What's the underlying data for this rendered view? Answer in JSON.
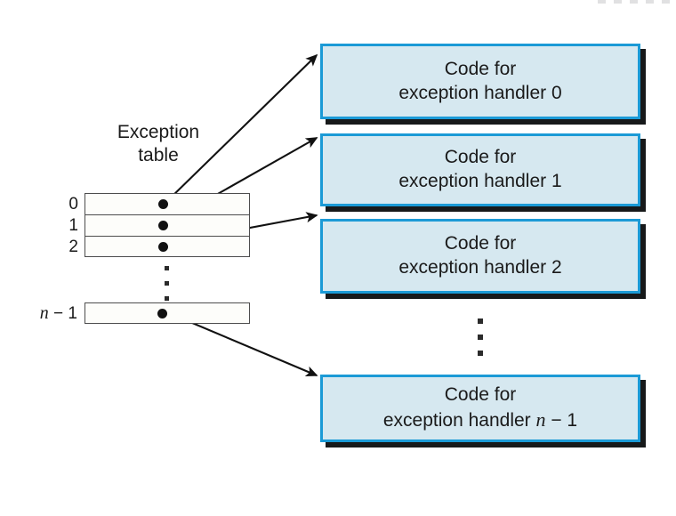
{
  "diagram": {
    "title": "Exception table and exception handlers",
    "background_color": "#ffffff",
    "table": {
      "caption": "Exception\ntable",
      "rows": [
        {
          "index_label": "0",
          "index_italic": false
        },
        {
          "index_label": "1",
          "index_italic": false
        },
        {
          "index_label": "2",
          "index_italic": false
        }
      ],
      "last_row": {
        "index_prefix": "n",
        "index_suffix": " − 1",
        "index_italic": true
      },
      "ellipsis_dots": 3,
      "border_color": "#4d4d4d",
      "fill_color": "#fdfdfa",
      "entry_dot_color": "#111111"
    },
    "handlers": [
      {
        "line1": "Code for",
        "line2": "exception handler 0",
        "italic_part": "",
        "suffix": ""
      },
      {
        "line1": "Code for",
        "line2": "exception handler 1",
        "italic_part": "",
        "suffix": ""
      },
      {
        "line1": "Code for",
        "line2": "exception handler 2",
        "italic_part": "",
        "suffix": ""
      },
      {
        "line1": "Code for",
        "line2": "exception handler ",
        "italic_part": "n",
        "suffix": " − 1"
      }
    ],
    "handler_ellipsis_dots": 3,
    "colors": {
      "handler_border": "#1b9ad6",
      "handler_fill": "#d6e8f0",
      "handler_shadow": "#17191a",
      "arrow": "#111111",
      "text": "#1a1a1a"
    },
    "arrows": [
      {
        "from": "table-entry-0",
        "to": "handler-0"
      },
      {
        "from": "table-entry-1",
        "to": "handler-1"
      },
      {
        "from": "table-entry-2",
        "to": "handler-2"
      },
      {
        "from": "table-entry-n-1",
        "to": "handler-n-1"
      }
    ]
  }
}
